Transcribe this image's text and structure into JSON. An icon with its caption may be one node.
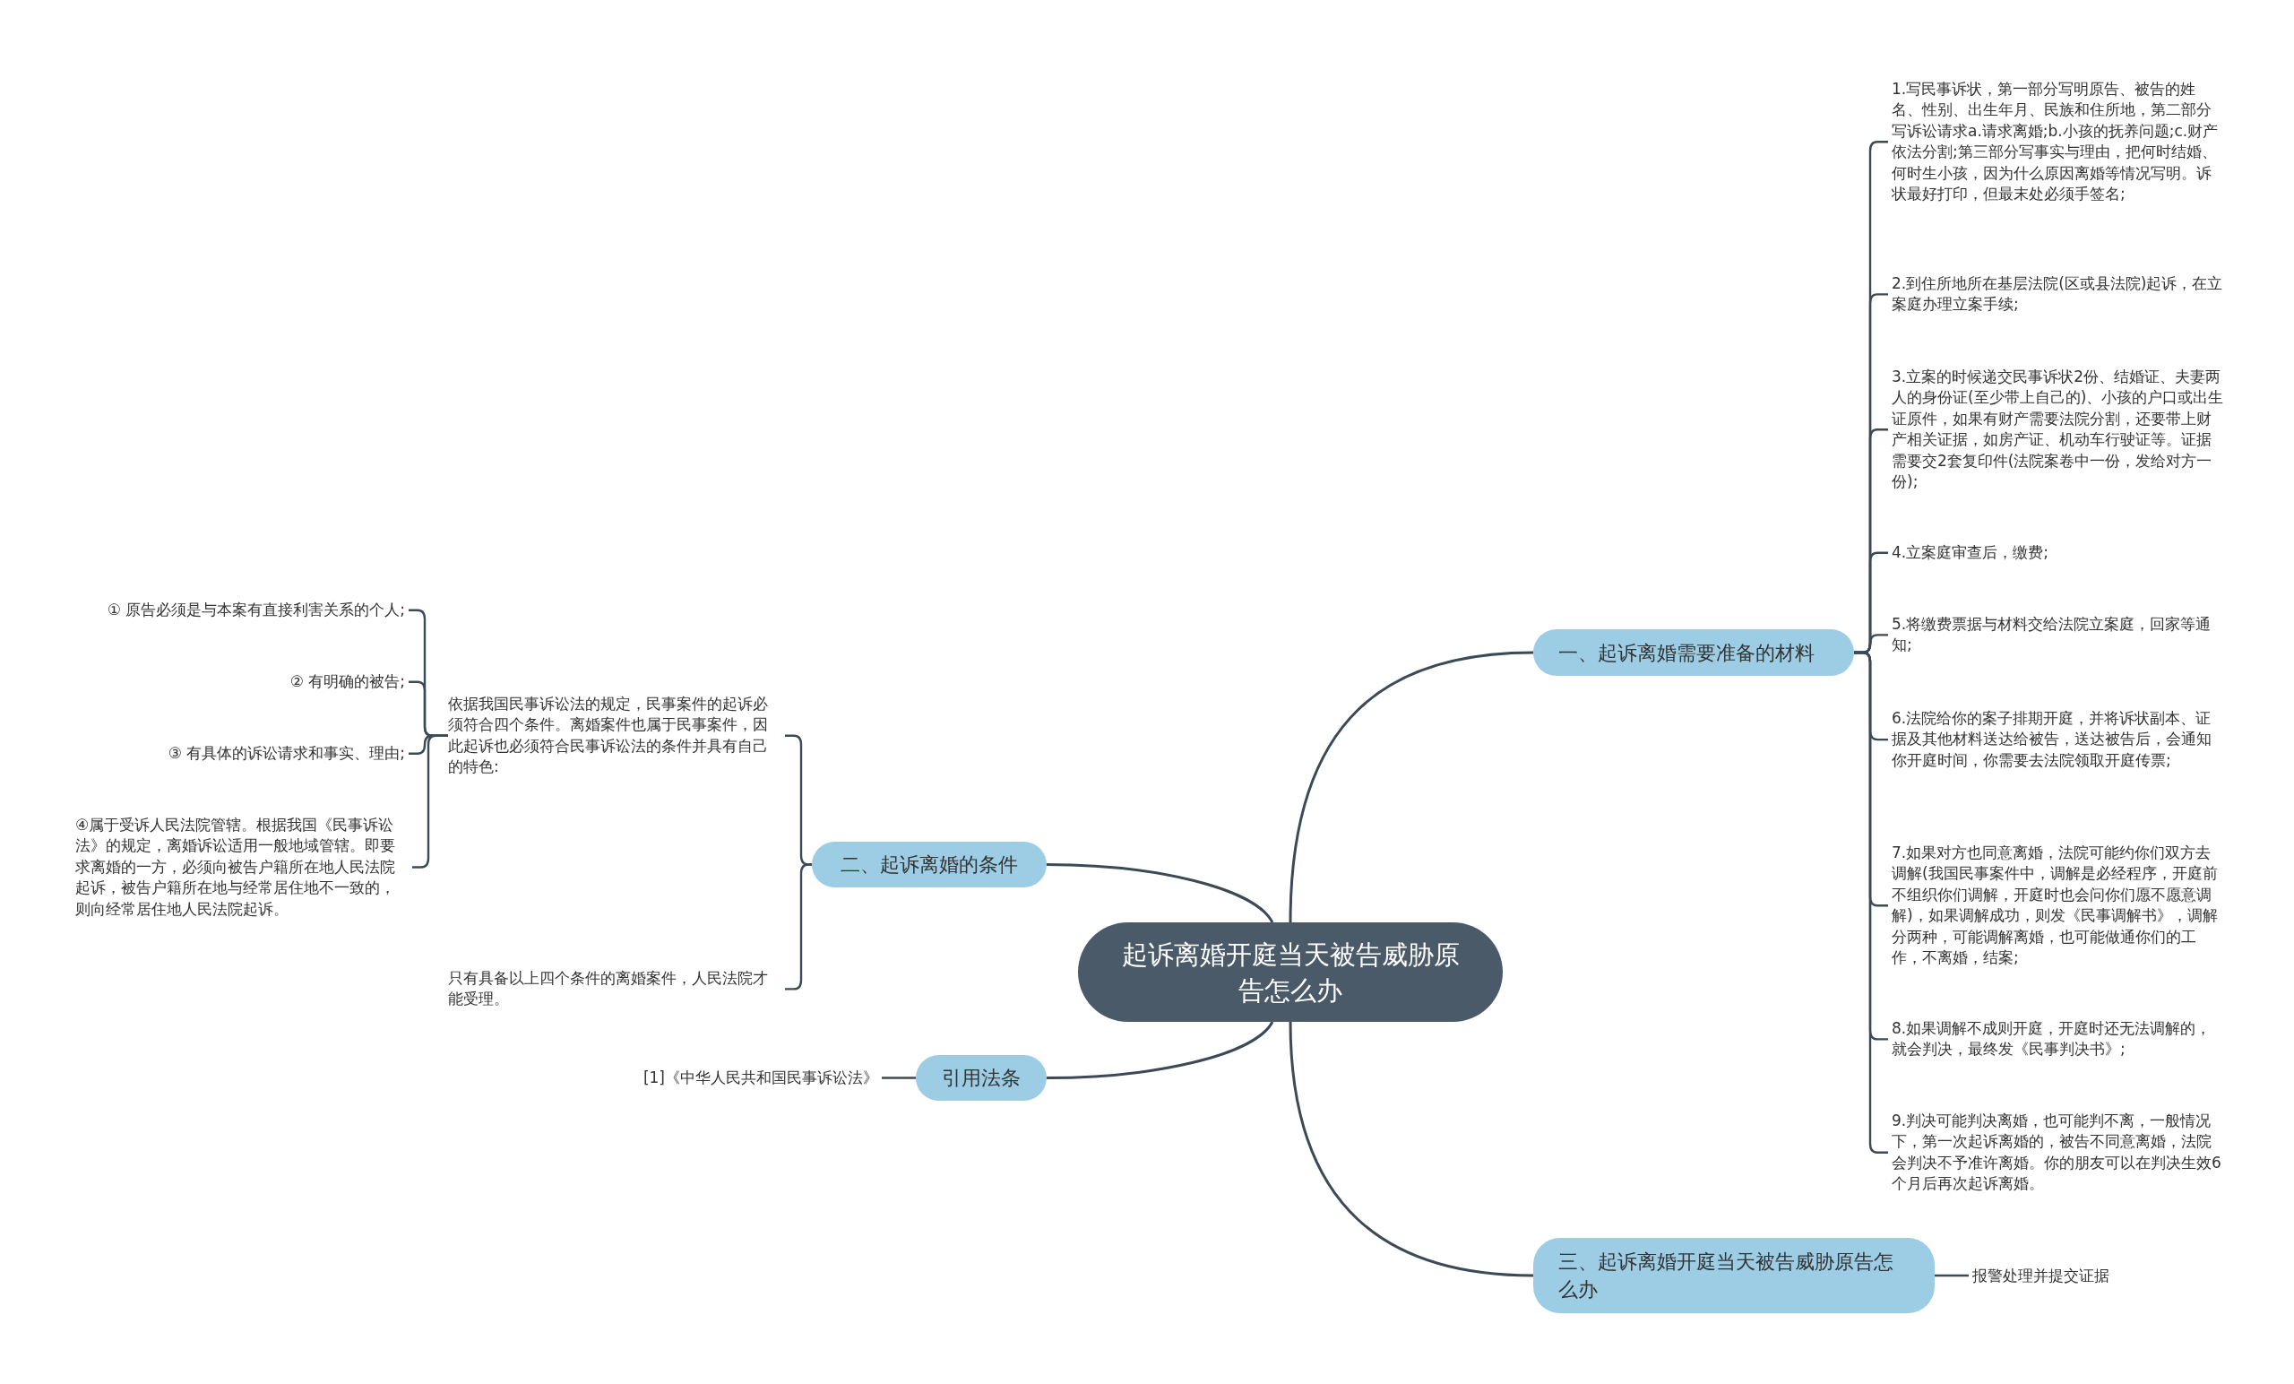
{
  "diagram": {
    "nodes": [
      {
        "text": [
          "起诉离婚开庭当天被告威胁原告怎么办"
        ]
      },
      {
        "text": [
          "一、起诉离婚需要准备的材料"
        ]
      },
      {
        "text": [
          "1.写民事诉状，第一部分写明原告、被告的姓名、性别、出生年月、民族和住所地，第二部分写诉讼请求a.请求离婚;b.小孩的抚养问题;c.财产依法分割;第三部分写事实与理由，把何时结婚、何时生小孩，因为什么原因离婚等情况写明。诉状最好打印，但最末处必须手签名;"
        ]
      },
      {
        "text": [
          "2.到住所地所在基层法院(区或县法院)起诉，在立案庭办理立案手续;"
        ]
      },
      {
        "text": [
          "3.立案的时候递交民事诉状2份、结婚证、夫妻两人的身份证(至少带上自己的)、小孩的户口或出生证原件，如果有财产需要法院分割，还要带上财产相关证据，如房产证、机动车行驶证等。证据需要交2套复印件(法院案卷中一份，发给对方一份);"
        ]
      },
      {
        "text": [
          "4.立案庭审查后，缴费;"
        ]
      },
      {
        "text": [
          "5.将缴费票据与材料交给法院立案庭，回家等通知;"
        ]
      },
      {
        "text": [
          "6.法院给你的案子排期开庭，并将诉状副本、证据及其他材料送达给被告，送达被告后，会通知你开庭时间，你需要去法院领取开庭传票;"
        ]
      },
      {
        "text": [
          "7.如果对方也同意离婚，法院可能约你们双方去调解(我国民事案件中，调解是必经程序，开庭前不组织你们调解，开庭时也会问你们愿不愿意调解)，如果调解成功，则发《民事调解书》，调解分两种，可能调解离婚，也可能做通你们的工作，不离婚，结案;"
        ]
      },
      {
        "text": [
          "8.如果调解不成则开庭，开庭时还无法调解的，就会判决，最终发《民事判决书》;"
        ]
      },
      {
        "text": [
          "9.判决可能判决离婚，也可能判不离，一般情况下，第一次起诉离婚的，被告不同意离婚，法院会判决不予准许离婚。你的朋友可以在判决生效6个月后再次起诉离婚。"
        ]
      },
      {
        "text": [
          "二、起诉离婚的条件"
        ]
      },
      {
        "text": [
          "依据我国民事诉讼法的规定，民事案件的起诉必须符合四个条件。离婚案件也属于民事案件，因此起诉也必须符合民事诉讼法的条件并具有自己的特色:"
        ]
      },
      {
        "text": [
          "只有具备以上四个条件的离婚案件，人民法院才能受理。"
        ]
      },
      {
        "text": [
          "① 原告必须是与本案有直接利害关系的个人;"
        ]
      },
      {
        "text": [
          "② 有明确的被告;"
        ]
      },
      {
        "text": [
          "③ 有具体的诉讼请求和事实、理由;"
        ]
      },
      {
        "text": [
          "④属于受诉人民法院管辖。根据我国《民事诉讼法》的规定，离婚诉讼适用一般地域管辖。即要求离婚的一方，必须向被告户籍所在地人民法院起诉，被告户籍所在地与经常居住地不一致的，则向经常居住地人民法院起诉。"
        ]
      },
      {
        "text": [
          "引用法条"
        ]
      },
      {
        "text": [
          "[1]《中华人民共和国民事诉讼法》"
        ]
      },
      {
        "text": [
          "三、起诉离婚开庭当天被告威胁原告怎么办"
        ]
      },
      {
        "text": [
          "报警处理并提交证据"
        ]
      }
    ],
    "edges": [
      {
        "from": 0,
        "to": 1,
        "arrow": "none"
      },
      {
        "from": 1,
        "to": 2,
        "arrow": "none"
      },
      {
        "from": 1,
        "to": 3,
        "arrow": "none"
      },
      {
        "from": 1,
        "to": 4,
        "arrow": "none"
      },
      {
        "from": 1,
        "to": 5,
        "arrow": "none"
      },
      {
        "from": 1,
        "to": 6,
        "arrow": "none"
      },
      {
        "from": 1,
        "to": 7,
        "arrow": "none"
      },
      {
        "from": 1,
        "to": 8,
        "arrow": "none"
      },
      {
        "from": 1,
        "to": 9,
        "arrow": "none"
      },
      {
        "from": 1,
        "to": 10,
        "arrow": "none"
      },
      {
        "from": 0,
        "to": 11,
        "arrow": "none"
      },
      {
        "from": 11,
        "to": 12,
        "arrow": "none"
      },
      {
        "from": 11,
        "to": 13,
        "arrow": "none"
      },
      {
        "from": 12,
        "to": 14,
        "arrow": "none"
      },
      {
        "from": 12,
        "to": 15,
        "arrow": "none"
      },
      {
        "from": 12,
        "to": 16,
        "arrow": "none"
      },
      {
        "from": 12,
        "to": 17,
        "arrow": "none"
      },
      {
        "from": 0,
        "to": 18,
        "arrow": "none"
      },
      {
        "from": 18,
        "to": 19,
        "arrow": "none"
      },
      {
        "from": 0,
        "to": 20,
        "arrow": "none"
      },
      {
        "from": 20,
        "to": 21,
        "arrow": "none"
      }
    ]
  }
}
